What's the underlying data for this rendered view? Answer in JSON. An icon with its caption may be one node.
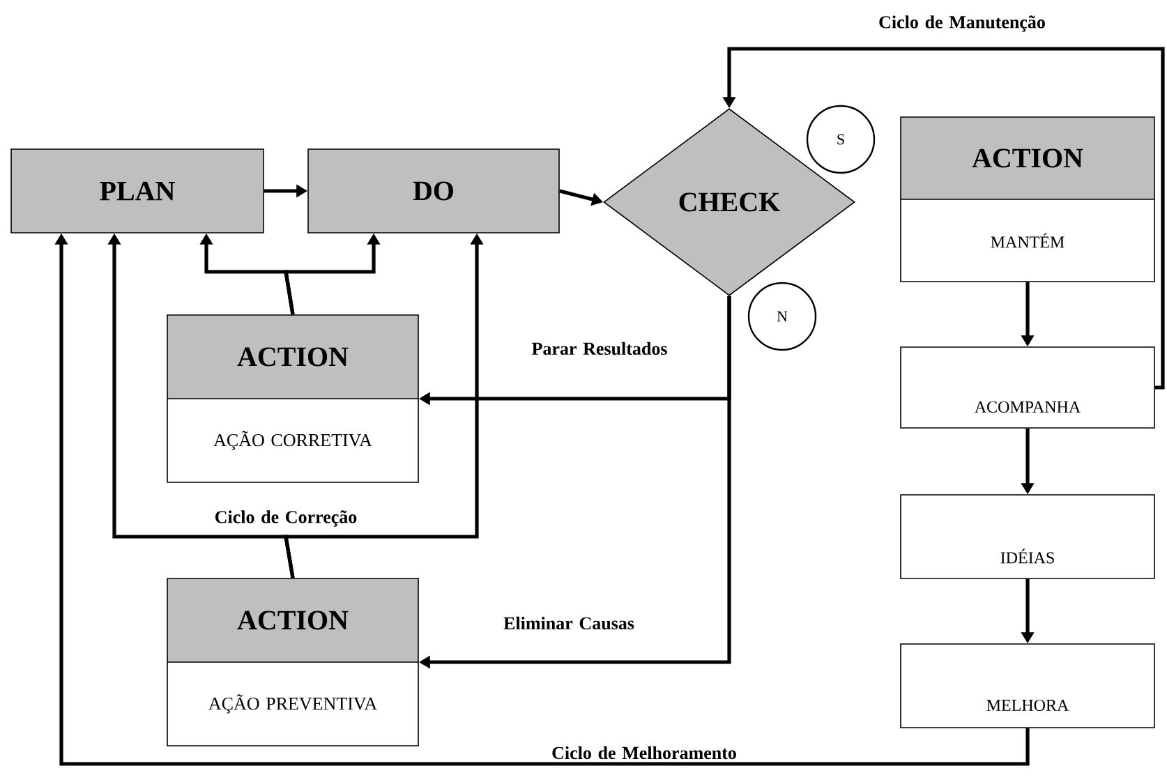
{
  "diagram": {
    "nodes": [
      {
        "text": [
          "PLAN"
        ]
      },
      {
        "text": [
          "DO"
        ]
      },
      {
        "text": [
          "CHECK"
        ]
      },
      {
        "text": [
          "S"
        ]
      },
      {
        "text": [
          "ACTION",
          "MANTÉM"
        ]
      },
      {
        "text": [
          "ACOMPANHA"
        ]
      },
      {
        "text": [
          "IDÉIAS"
        ]
      },
      {
        "text": [
          "MELHORA"
        ]
      },
      {
        "text": [
          "N"
        ]
      },
      {
        "text": [
          "ACTION",
          "AÇÃO CORRETIVA"
        ]
      },
      {
        "text": [
          "ACTION",
          "AÇÃO PREVENTIVA"
        ]
      }
    ],
    "edges": [
      {
        "from": 0,
        "to": 1,
        "arrow": "to"
      },
      {
        "from": 1,
        "to": 2,
        "arrow": "to"
      },
      {
        "from": 5,
        "to": 2,
        "arrow": "to",
        "label": "Ciclo de Manutenção"
      },
      {
        "from": 4,
        "to": 5,
        "arrow": "to"
      },
      {
        "from": 5,
        "to": 6,
        "arrow": "to"
      },
      {
        "from": 6,
        "to": 7,
        "arrow": "to"
      },
      {
        "from": 2,
        "to": 9,
        "arrow": "to",
        "label": "Parar Resultados"
      },
      {
        "from": 2,
        "to": 10,
        "arrow": "to",
        "label": "Eliminar Causas"
      },
      {
        "from": 9,
        "to": 0,
        "arrow": "to"
      },
      {
        "from": 9,
        "to": 1,
        "arrow": "to"
      },
      {
        "from": 10,
        "to": 0,
        "arrow": "to",
        "label": "Ciclo de Correção"
      },
      {
        "from": 10,
        "to": 1,
        "arrow": "to"
      },
      {
        "from": 7,
        "to": 0,
        "arrow": "to",
        "label": "Ciclo de Melhoramento"
      }
    ]
  }
}
